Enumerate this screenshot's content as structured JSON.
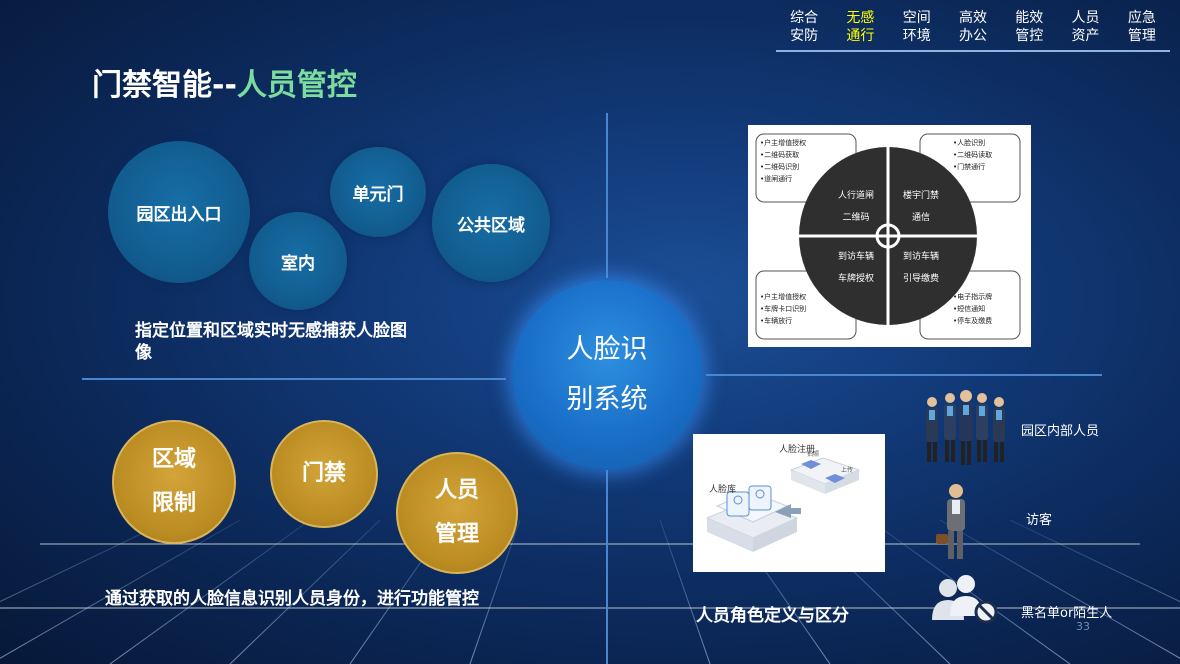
{
  "nav": {
    "items": [
      {
        "line1": "综合",
        "line2": "安防"
      },
      {
        "line1": "无感",
        "line2": "通行"
      },
      {
        "line1": "空间",
        "line2": "环境"
      },
      {
        "line1": "高效",
        "line2": "办公"
      },
      {
        "line1": "能效",
        "line2": "管控"
      },
      {
        "line1": "人员",
        "line2": "资产"
      },
      {
        "line1": "应急",
        "line2": "管理"
      }
    ],
    "active_index": 1,
    "active_color": "#ffff00"
  },
  "title": {
    "prefix": "门禁智能--",
    "accent": "人员管控",
    "accent_color": "#7bdc9f"
  },
  "top_left": {
    "bubbles": [
      "园区出入口",
      "室内",
      "单元门",
      "公共区域"
    ],
    "caption_line1": "指定位置和区域实时无感捕获人脸图",
    "caption_line2": "像"
  },
  "bottom_left": {
    "bubbles": [
      {
        "line1": "区域",
        "line2": "限制"
      },
      {
        "line1": "门禁",
        "line2": ""
      },
      {
        "line1": "人员",
        "line2": "管理"
      }
    ],
    "caption": "通过获取的人脸信息识别人员身份，进行功能管控"
  },
  "center": {
    "line1": "人脸识",
    "line2": "别系统"
  },
  "quad_chart": {
    "quadrants": [
      {
        "line1": "人行道闸",
        "line2": "二维码"
      },
      {
        "line1": "楼宇门禁",
        "line2": "通信"
      },
      {
        "line1": "到访车辆",
        "line2": "车牌授权"
      },
      {
        "line1": "到访车辆",
        "line2": "引导缴费"
      }
    ],
    "box_tl": [
      "•户主增值授权",
      "•二维码获取",
      "•二维码识别",
      "•道闸通行"
    ],
    "box_tr": [
      "•人脸识别",
      "•二维码读取",
      "•门禁通行"
    ],
    "box_bl": [
      "•户主增值授权",
      "•车牌卡口识别",
      "•车辆放行"
    ],
    "box_br": [
      "•电子指示牌",
      "•短信通知",
      "•停车及缴费"
    ]
  },
  "face_lib": {
    "register": "人脸注册",
    "library": "人脸库",
    "photo": "拍照",
    "upload": "上传"
  },
  "bottom_right": {
    "caption": "人员角色定义与区分"
  },
  "roles": {
    "internal": "园区内部人员",
    "visitor": "访客",
    "blacklist": "黑名单or陌生人"
  },
  "page_number": "33"
}
